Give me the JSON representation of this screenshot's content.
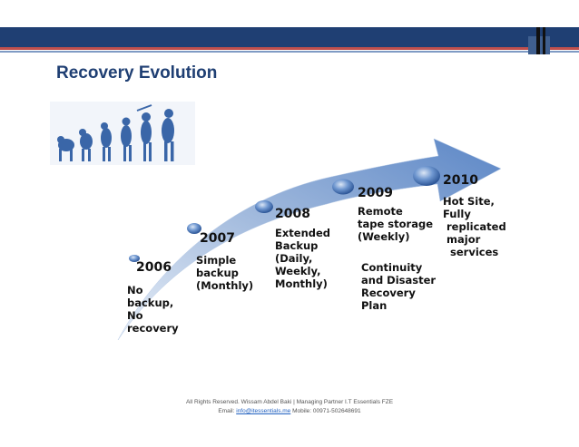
{
  "slide": {
    "title": "Recovery Evolution",
    "milestones": [
      {
        "year": "2006",
        "description": "No\nbackup,\nNo\nrecovery"
      },
      {
        "year": "2007",
        "description": "Simple\nbackup\n(Monthly)"
      },
      {
        "year": "2008",
        "description": "Extended\nBackup\n(Daily,\nWeekly,\nMonthly)"
      },
      {
        "year": "2009",
        "description": "Remote\ntape storage\n(Weekly)",
        "extra": "Continuity\nand Disaster\nRecovery\nPlan"
      },
      {
        "year": "2010",
        "description": "Hot Site,\nFully\n replicated\n major\n  services"
      }
    ],
    "footer": {
      "line1": "All Rights Reserved. Wissam Abdel Baki | Managing Partner  I.T Essentials FZE",
      "email_label": "Email: ",
      "email": "info@itessentials.me",
      "mobile": "   Mobile: 00971-502648691"
    }
  },
  "colors": {
    "banner_blue": "#1f3f73",
    "banner_red": "#c0504d",
    "arrow": "#5b86c6",
    "title": "#1f3f73"
  },
  "icons": {
    "evolution": "human-evolution-icon"
  }
}
